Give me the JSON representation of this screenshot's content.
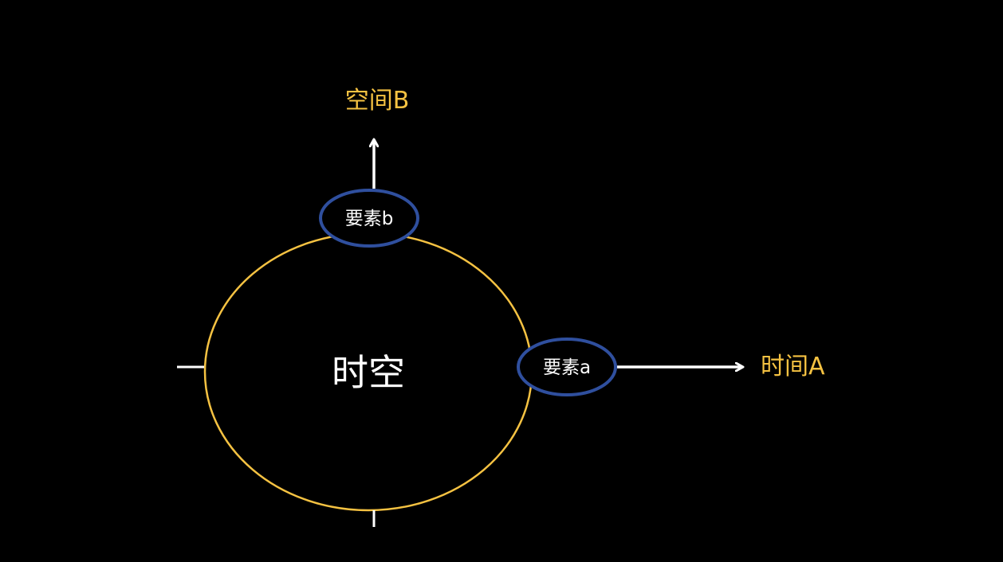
{
  "labels": {
    "center": "时空",
    "node_a": "要素a",
    "node_b": "要素b",
    "axis_time": "时间A",
    "axis_space": "空间B"
  },
  "colors": {
    "background": "#000000",
    "ring": "#f5c242",
    "node_border": "#2f4f9e",
    "node_fill": "#000000",
    "arrow": "#ffffff",
    "axis_label": "#f5c242",
    "text": "#ffffff"
  }
}
